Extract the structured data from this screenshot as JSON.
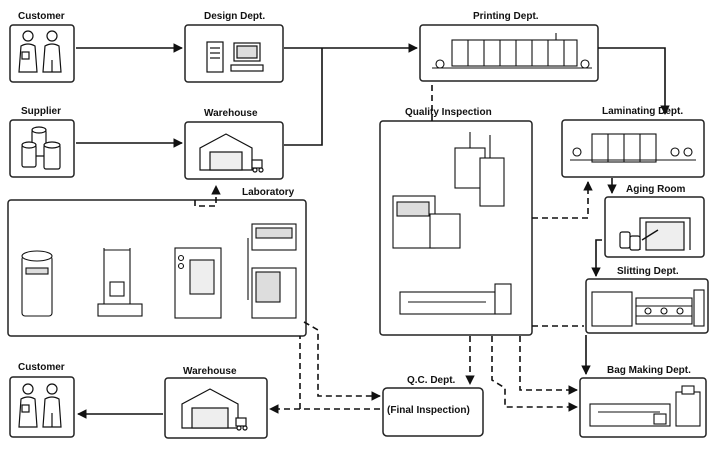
{
  "labels": {
    "customer_top": "Customer",
    "supplier": "Supplier",
    "design": "Design Dept.",
    "warehouse_top": "Warehouse",
    "laboratory": "Laboratory",
    "printing": "Printing Dept.",
    "quality": "Quality Inspection",
    "laminating": "Laminating Dept.",
    "aging": "Aging Room",
    "slitting": "Slitting Dept.",
    "bag_making": "Bag Making Dept.",
    "qc": "Q.C. Dept.",
    "final_inspection": "(Final Inspection)",
    "warehouse_bottom": "Warehouse",
    "customer_bottom": "Customer"
  }
}
